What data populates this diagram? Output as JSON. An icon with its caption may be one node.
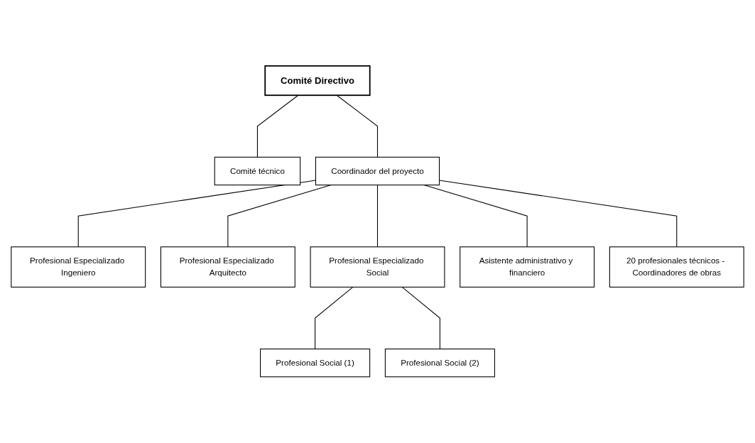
{
  "diagram": {
    "nodes": [
      {
        "text": [
          "Comité Directivo"
        ]
      },
      {
        "text": [
          "Comité técnico"
        ]
      },
      {
        "text": [
          "Coordinador del proyecto"
        ]
      },
      {
        "text": [
          "Profesional Especializado Ingeniero"
        ]
      },
      {
        "text": [
          "Profesional Especializado Arquitecto"
        ]
      },
      {
        "text": [
          "Profesional Especializado Social"
        ]
      },
      {
        "text": [
          "Asistente administrativo y financiero"
        ]
      },
      {
        "text": [
          "20 profesionales técnicos - Coordinadores de obras"
        ]
      },
      {
        "text": [
          "Profesional Social (1)"
        ]
      },
      {
        "text": [
          "Profesional Social (2)"
        ]
      }
    ],
    "edges": [
      {
        "from": 0,
        "to": 2,
        "arrow": "none"
      },
      {
        "from": 0,
        "to": 1,
        "arrow": "none"
      },
      {
        "from": 2,
        "to": 3,
        "arrow": "none"
      },
      {
        "from": 2,
        "to": 7,
        "arrow": "none"
      },
      {
        "from": 2,
        "to": 4,
        "arrow": "none"
      },
      {
        "from": 2,
        "to": 5,
        "arrow": "none"
      },
      {
        "from": 2,
        "to": 6,
        "arrow": "none"
      },
      {
        "from": 5,
        "to": 8,
        "arrow": "none"
      },
      {
        "from": 5,
        "to": 9,
        "arrow": "none"
      }
    ]
  }
}
